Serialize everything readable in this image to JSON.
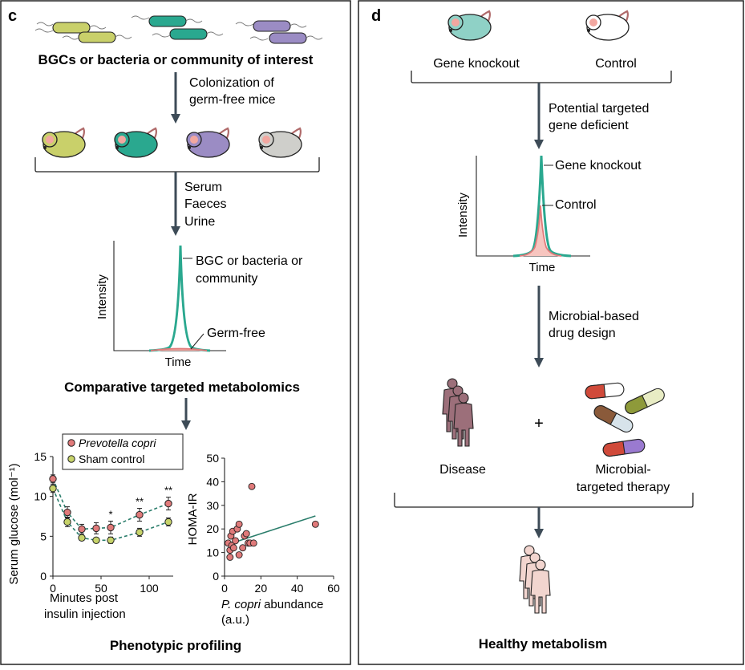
{
  "panel_c": {
    "letter": "c",
    "bacteria_label": "BGCs or bacteria or community of interest",
    "colonization_line1": "Colonization of",
    "colonization_line2": "germ-free mice",
    "samples": [
      "Serum",
      "Faeces",
      "Urine"
    ],
    "chromatogram": {
      "ylabel": "Intensity",
      "xlabel": "Time",
      "peak_label_line1": "BGC or bacteria or",
      "peak_label_line2": "community",
      "baseline_label": "Germ-free"
    },
    "metabolomics_title": "Comparative targeted metabolomics",
    "phenotypic_title": "Phenotypic profiling",
    "colors": {
      "yellow": "#c9d06a",
      "teal": "#2aa88f",
      "purple": "#9b8cc4",
      "grey": "#cfcfcb",
      "pink_ear": "#f2a7a0",
      "arrow": "#3d4b57"
    }
  },
  "panel_d": {
    "letter": "d",
    "knockout_label": "Gene knockout",
    "control_label": "Control",
    "deficient_line1": "Potential targeted",
    "deficient_line2": "gene deficient",
    "chromatogram": {
      "ylabel": "Intensity",
      "xlabel": "Time",
      "knockout_peak_label": "Gene knockout",
      "control_peak_label": "Control"
    },
    "drug_line1": "Microbial-based",
    "drug_line2": "drug design",
    "disease_label": "Disease",
    "plus": "+",
    "therapy_line1": "Microbial-",
    "therapy_line2": "targeted therapy",
    "healthy_title": "Healthy metabolism"
  },
  "chart_data": [
    {
      "type": "line",
      "ylabel": "Serum glucose (mol⁻¹)",
      "xlabel": "Minutes post insulin injection",
      "xlabel_line1": "Minutes post",
      "xlabel_line2": "insulin injection",
      "xlim": [
        0,
        125
      ],
      "ylim": [
        0,
        15
      ],
      "xticks": [
        0,
        50,
        100
      ],
      "yticks": [
        0,
        5,
        10,
        15
      ],
      "x": [
        0,
        15,
        30,
        45,
        60,
        90,
        120
      ],
      "series": [
        {
          "name": "Prevotella copri",
          "values": [
            12.2,
            8.0,
            5.9,
            6.0,
            6.1,
            7.7,
            9.1
          ],
          "errors": [
            0.5,
            0.7,
            0.6,
            0.7,
            0.8,
            0.8,
            0.8
          ],
          "color": "#e07a7a"
        },
        {
          "name": "Sham control",
          "values": [
            11.0,
            6.8,
            4.8,
            4.5,
            4.5,
            5.5,
            6.8
          ],
          "errors": [
            0.5,
            0.6,
            0.3,
            0.3,
            0.4,
            0.5,
            0.5
          ],
          "color": "#c7d36a"
        }
      ],
      "significance": [
        {
          "x": 60,
          "label": "*"
        },
        {
          "x": 90,
          "label": "**"
        },
        {
          "x": 120,
          "label": "**"
        }
      ]
    },
    {
      "type": "scatter",
      "ylabel": "HOMA-IR",
      "xlabel_italic": "P. copri",
      "xlabel_rest": " abundance",
      "xlabel_unit": "(a.u.)",
      "xlim": [
        0,
        60
      ],
      "ylim": [
        0,
        50
      ],
      "xticks": [
        0,
        20,
        40,
        60
      ],
      "yticks": [
        0,
        10,
        20,
        30,
        40,
        50
      ],
      "points": [
        [
          2,
          14
        ],
        [
          3,
          8
        ],
        [
          3,
          11
        ],
        [
          3.5,
          17
        ],
        [
          4,
          13
        ],
        [
          4.5,
          19
        ],
        [
          5,
          12
        ],
        [
          6,
          15
        ],
        [
          7,
          20
        ],
        [
          8,
          22
        ],
        [
          8,
          9
        ],
        [
          10,
          12
        ],
        [
          11,
          17
        ],
        [
          12,
          18
        ],
        [
          13,
          14
        ],
        [
          14,
          14
        ],
        [
          15,
          38
        ],
        [
          16,
          14
        ],
        [
          50,
          22
        ]
      ],
      "trend": [
        [
          4,
          14
        ],
        [
          50,
          25.5
        ]
      ],
      "point_color": "#e07a7a",
      "trend_color": "#2a7d6b"
    }
  ]
}
